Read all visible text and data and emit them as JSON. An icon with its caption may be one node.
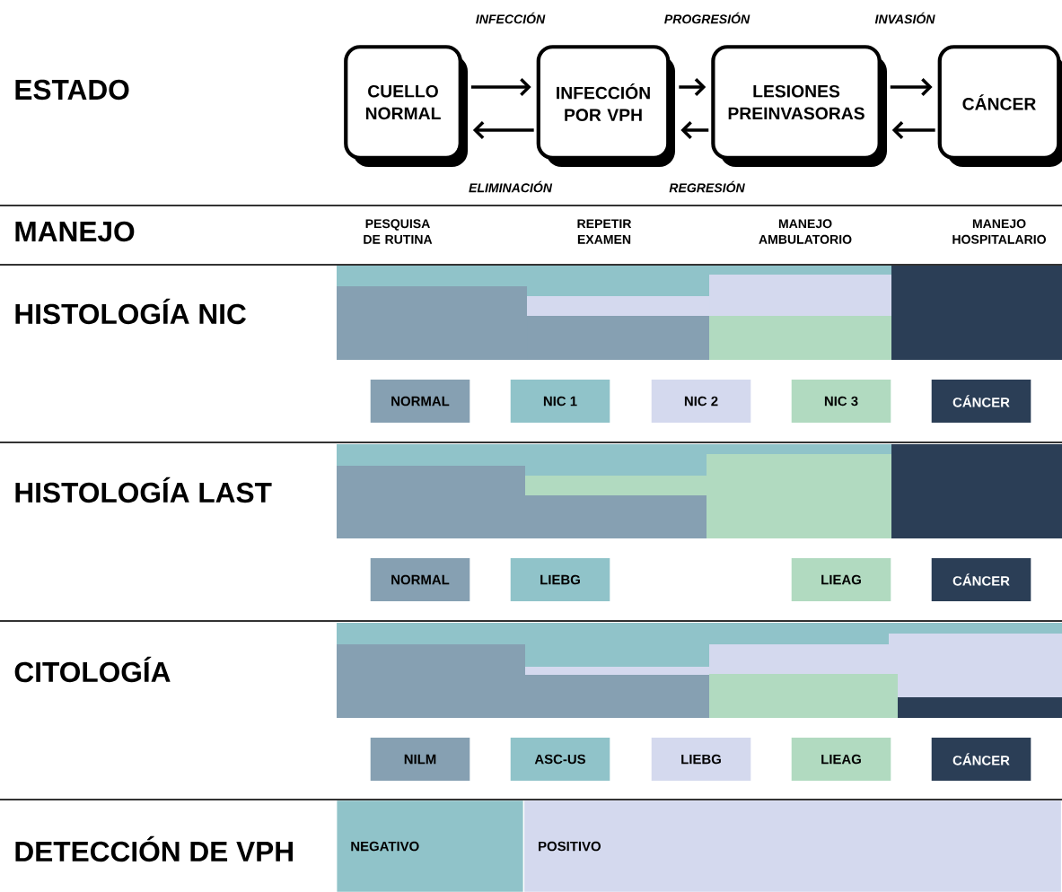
{
  "diagram": {
    "nodes": [
      {
        "text": [
          "CUELLO NORMAL"
        ]
      },
      {
        "text": [
          "INFECCIÓN POR VPH"
        ]
      },
      {
        "text": [
          "LESIONES PREINVASORAS"
        ]
      },
      {
        "text": [
          "CÁNCER"
        ]
      },
      {
        "text": [
          "NEGATIVO"
        ]
      },
      {
        "text": [
          "POSITIVO"
        ]
      }
    ],
    "edges": [
      {
        "from": 0,
        "to": 1,
        "arrow": "to",
        "label": "INFECCIÓN"
      },
      {
        "from": 1,
        "to": 0,
        "arrow": "to",
        "label": "ELIMINACIÓN"
      },
      {
        "from": 1,
        "to": 2,
        "arrow": "to",
        "label": "PROGRESIÓN"
      },
      {
        "from": 2,
        "to": 1,
        "arrow": "to",
        "label": "REGRESIÓN"
      },
      {
        "from": 2,
        "to": 3,
        "arrow": "to",
        "label": "INVASIÓN"
      },
      {
        "from": 3,
        "to": 2,
        "arrow": "to"
      }
    ],
    "labels": [
      "ESTADO",
      "MANEJO",
      "PESQUISA DE RUTINA",
      "REPETIR EXAMEN",
      "MANEJO AMBULATORIO",
      "MANEJO HOSPITALARIO",
      "HISTOLOGÍA NIC",
      "HISTOLOGÍA LAST",
      "CITOLOGÍA",
      "DETECCIÓN DE VPH"
    ],
    "legend": [
      {
        "text": "NORMAL",
        "color": "#86a0b2"
      },
      {
        "text": "NIC 1",
        "color": "#90c3c9"
      },
      {
        "text": "NIC 2",
        "color": "#d4d9ee"
      },
      {
        "text": "NIC 3",
        "color": "#b1dac0"
      },
      {
        "text": "CÁNCER",
        "color": "#2b3e56"
      },
      {
        "text": "NORMAL",
        "color": "#86a0b2"
      },
      {
        "text": "LIEBG",
        "color": "#90c3c9"
      },
      {
        "text": "LIEAG",
        "color": "#b1dac0"
      },
      {
        "text": "CÁNCER",
        "color": "#2b3e56"
      },
      {
        "text": "NILM",
        "color": "#86a0b2"
      },
      {
        "text": "ASC-US",
        "color": "#90c3c9"
      },
      {
        "text": "LIEBG",
        "color": "#d4d9ee"
      },
      {
        "text": "LIEAG",
        "color": "#b1dac0"
      },
      {
        "text": "CÁNCER",
        "color": "#2b3e56"
      }
    ]
  }
}
